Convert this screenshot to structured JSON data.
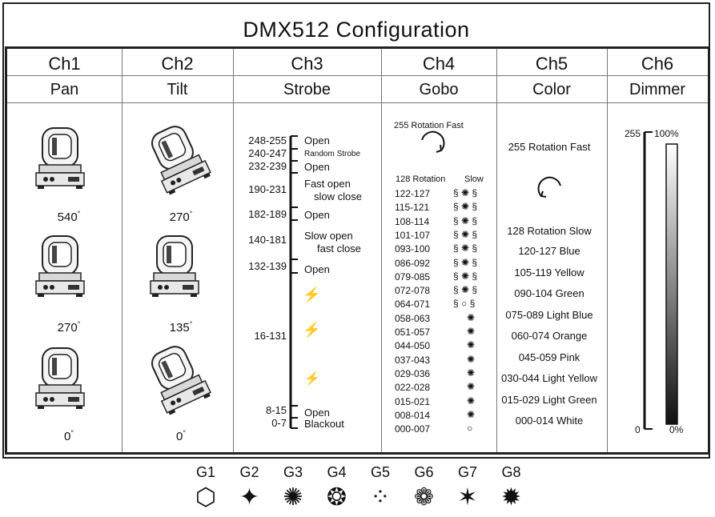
{
  "title": "DMX512 Configuration",
  "channels": [
    {
      "ch": "Ch1",
      "name": "Pan"
    },
    {
      "ch": "Ch2",
      "name": "Tilt"
    },
    {
      "ch": "Ch3",
      "name": "Strobe"
    },
    {
      "ch": "Ch4",
      "name": "Gobo"
    },
    {
      "ch": "Ch5",
      "name": "Color"
    },
    {
      "ch": "Ch6",
      "name": "Dimmer"
    }
  ],
  "pan_degrees": [
    "540",
    "270",
    "0"
  ],
  "tilt_degrees": [
    "270",
    "135",
    "0"
  ],
  "degree_sign": "°",
  "strobe": {
    "r1": "248-255",
    "t1": "Open",
    "r2": "240-247",
    "t2": "Random Strobe",
    "r3": "232-239",
    "t3": "Open",
    "r4": "190-231",
    "t4a": "Fast open",
    "t4b": "slow close",
    "r5": "182-189",
    "t5": "Open",
    "r6": "140-181",
    "t6a": "Slow open",
    "t6b": "fast close",
    "r7": "132-139",
    "t7": "Open",
    "r8": "16-131",
    "r9": "8-15",
    "t9": "Open",
    "r10": "0-7",
    "t10": "Blackout"
  },
  "gobo": {
    "fast": "255 Rotation Fast",
    "slow_head": "128 Rotation",
    "slow_word": "Slow",
    "rows": [
      "122-127",
      "115-121",
      "108-114",
      "101-107",
      "093-100",
      "086-092",
      "079-085",
      "072-078",
      "064-071",
      "058-063",
      "051-057",
      "044-050",
      "037-043",
      "029-036",
      "022-028",
      "015-021",
      "008-014",
      "000-007"
    ]
  },
  "color": {
    "fast": "255 Rotation Fast",
    "slow": "128 Rotation Slow",
    "items": [
      "120-127 Blue",
      "105-119 Yellow",
      "090-104 Green",
      "075-089 Light Blue",
      "060-074 Orange",
      "045-059 Pink",
      "030-044 Light Yellow",
      "015-029 Light Green",
      "000-014 White"
    ]
  },
  "dimmer": {
    "top_value": "255",
    "top_pct": "100%",
    "bottom_value": "0",
    "bottom_pct": "0%"
  },
  "gobo_legend": [
    "G1",
    "G2",
    "G3",
    "G4",
    "G5",
    "G6",
    "G7",
    "G8"
  ]
}
